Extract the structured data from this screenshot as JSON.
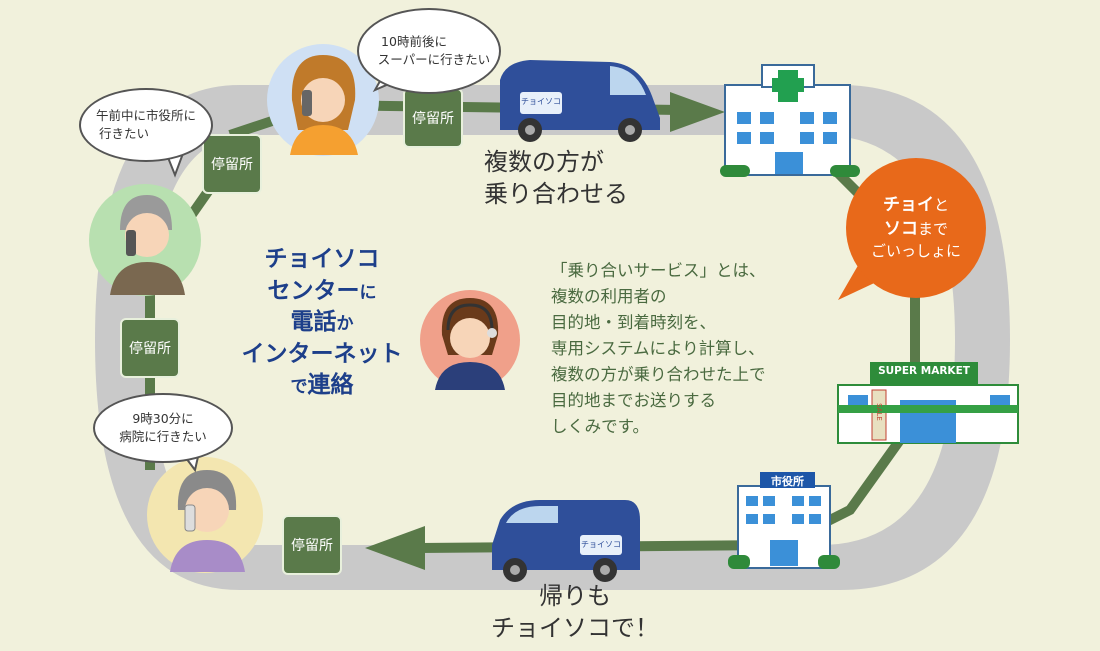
{
  "stops": {
    "top": "停留所",
    "upper_left": "停留所",
    "left": "停留所",
    "bottom": "停留所"
  },
  "bubbles": {
    "woman_top": {
      "line1": "10時前後に",
      "line2": "スーパーに行きたい"
    },
    "man_left": {
      "line1": "午前中に市役所に",
      "line2": "行きたい"
    },
    "old_woman": {
      "line1": "9時30分に",
      "line2": "病院に行きたい"
    }
  },
  "captions": {
    "top": {
      "line1": "複数の方が",
      "line2": "乗り合わせる"
    },
    "bottom": {
      "line1": "帰りも",
      "line2": "チョイソコで！"
    }
  },
  "center_title": {
    "line1": "チョイソコ",
    "line2_main": "センター",
    "line2_suffix": "に",
    "line3_main": "電話",
    "line3_suffix": "か",
    "line4": "インターネット",
    "line5_prefix": "で",
    "line5_main": "連絡"
  },
  "description": [
    "「乗り合いサービス」とは、",
    "複数の利用者の",
    "目的地・到着時刻を、",
    "専用システムにより計算し、",
    "複数の方が乗り合わせた上で",
    "目的地までお送りする",
    "しくみです。"
  ],
  "orange_bubble": {
    "line1_main": "チョイ",
    "line1_suffix": "と",
    "line2_main": "ソコ",
    "line2_suffix": "まで",
    "line3": "ごいっしょに"
  },
  "signs": {
    "supermarket": "SUPER MARKET",
    "city_hall": "市役所",
    "sale": "SALE",
    "van_logo": "チョイソコ"
  },
  "colors": {
    "background": "#f1f1dc",
    "road": "#c9c9c9",
    "arrow_green": "#5a7a4a",
    "title_blue": "#1d3f8a",
    "orange": "#e8691a"
  }
}
